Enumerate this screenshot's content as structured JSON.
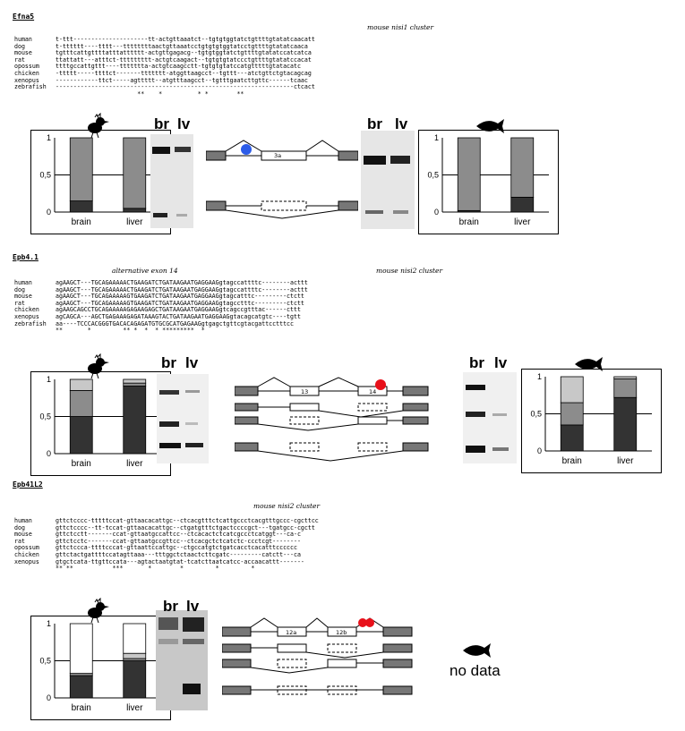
{
  "sections": [
    {
      "id": "efna5",
      "title": "Efna5",
      "captions": [
        "mouse nisi1 cluster"
      ],
      "alignment": [
        {
          "species": "human",
          "seq": "t-ttt---------------------tt-actgttaaatct--tgtgtggtatctgttttgtatatcaacatt"
        },
        {
          "species": "dog",
          "seq": "t-tttttt----tttt---ttttttttaactgttaaatcctgtgtgtggtatcctgttttgtatatcaaca"
        },
        {
          "species": "mouse",
          "seq": "tgtttcattgttttatttatttttt-actgttgagacg--tgtgtggtatctgttttgtatatccatcatca"
        },
        {
          "species": "rat",
          "seq": "ttattatt---atttct-ttttttttt-actgtcaagact--tgtgtgtatccctgttttgtatatccacat"
        },
        {
          "species": "opossum",
          "seq": "ttttgccattgttt----ttttttta-actgtcaagcctt-tgtgtgtatccatgtttttgtatacatc"
        },
        {
          "species": "chicken",
          "seq": "-ttttt-----ttttct-------ttttttt-atggttaagcct--tgttt---atctgttctgtacagcag"
        },
        {
          "species": "xenopus",
          "seq": "------------ttct-----agttttt--atgtttaagcct--tgtttgaatcttgttc------tcaac"
        },
        {
          "species": "zebrafish",
          "seq": "-------------------------------------------------------------------ctcact"
        }
      ],
      "stars": "                       **    *          * *        **",
      "left_chart": {
        "categories": [
          "brain",
          "liver"
        ],
        "series": [
          {
            "values": [
              0.15,
              0.05
            ]
          },
          {
            "values": [
              0.85,
              0.95
            ]
          }
        ],
        "ylim": [
          0,
          1
        ],
        "ticks": [
          "0",
          "0,5",
          "1"
        ]
      },
      "right_chart": {
        "categories": [
          "brain",
          "liver"
        ],
        "series": [
          {
            "values": [
              0.02,
              0.2
            ]
          },
          {
            "values": [
              0.98,
              0.8
            ]
          }
        ],
        "ylim": [
          0,
          1
        ],
        "ticks": [
          "0",
          "0,5",
          "1"
        ]
      },
      "gel_labels": [
        "br",
        "lv"
      ],
      "exons": [
        "3a"
      ]
    },
    {
      "id": "epb41",
      "title": "Epb4.1",
      "captions": [
        "alternative exon 14",
        "mouse nisi2 cluster"
      ],
      "alignment": [
        {
          "species": "human",
          "seq": "agAAGCT---TGCAGAAAAACTGAAGATCTGATAAGAATGAGGAAGgtagccattttc--------acttt"
        },
        {
          "species": "dog",
          "seq": "agAAGCT---TGCAGAAAAACTGAAGATCTGATAAGAATGAGGAAGgtagccattttc--------acttt"
        },
        {
          "species": "mouse",
          "seq": "agAAGCT---TGCAGAAAAAGTGAAGATCTGATAAGAATGAGGAAGgtagcatttc---------ctctt"
        },
        {
          "species": "rat",
          "seq": "agAAGCT---TGCAGAAAAAGTGAAGATCTGATAAGAATGAGGAAGgtagcctttc---------ctctt"
        },
        {
          "species": "chicken",
          "seq": "agAAGCAGCCTGCAGAAAAAGAGAAGAGCTGATAAGAATGAGGAAGgtcagccgtttac------cttt"
        },
        {
          "species": "xenopus",
          "seq": "agCAGCA---AGCTGAGAAAGAGATAAAGTACTGATAAGAATGAGGAAGgtacagcatgtc----tgtt"
        },
        {
          "species": "zebrafish",
          "seq": "aa----TCCCACGGGTGACACAGAGATGTGCGCATGAGAAGgtgagctgttcgtacgattcctttcc"
        }
      ],
      "stars": "**       *         ** *  *  * *********  *",
      "left_chart": {
        "categories": [
          "brain",
          "liver"
        ],
        "series": [
          {
            "values": [
              0.5,
              0.91
            ]
          },
          {
            "values": [
              0.35,
              0.04
            ]
          },
          {
            "values": [
              0.15,
              0.05
            ]
          }
        ],
        "ylim": [
          0,
          1
        ],
        "ticks": [
          "0",
          "0,5",
          "1"
        ]
      },
      "right_chart": {
        "categories": [
          "brain",
          "liver"
        ],
        "series": [
          {
            "values": [
              0.35,
              0.72
            ]
          },
          {
            "values": [
              0.3,
              0.25
            ]
          },
          {
            "values": [
              0.35,
              0.03
            ]
          }
        ],
        "ylim": [
          0,
          1
        ],
        "ticks": [
          "0",
          "0,5",
          "1"
        ]
      },
      "gel_labels": [
        "br",
        "lv"
      ],
      "exons": [
        "13",
        "14"
      ]
    },
    {
      "id": "epb41l2",
      "title": "Epb41L2",
      "captions": [
        "mouse nisi2 cluster"
      ],
      "alignment": [
        {
          "species": "human",
          "seq": "gttctcccc-tttttccat-gttaacacattgc--ctcacgtttctcattgccctcacgtttgccc-cgcttcc"
        },
        {
          "species": "dog",
          "seq": "gttctcccc--tt-tccat-gttaacacattgc--ctgatgtttctgactccccgct---tgatgcc-cgctt"
        },
        {
          "species": "mouse",
          "seq": "gttctcctt-------ccat-gttaatgccattcc--ctcacactctcatcgccctcatggt---ca-c"
        },
        {
          "species": "rat",
          "seq": "gttctcctc-------ccat-gttaatgccgttcc--ctcacgctctcatctc-ccctcgt--------"
        },
        {
          "species": "opossum",
          "seq": "gttctccca-ttttcccat-gttaattccattgc--ctgccatgtctgatcacctcacatttcccccc"
        },
        {
          "species": "chicken",
          "seq": "gttctactgattttccatagttaaa---tttggctctaactcttcgatc---------catctt---ca"
        },
        {
          "species": "xenopus",
          "seq": "gtgctcata-ttgttccata---agtactaatgtat-tcatcttaatcatcc-accaacattt-------"
        }
      ],
      "stars": "** **           ***       *        *         *         *",
      "left_chart": {
        "categories": [
          "brain",
          "liver"
        ],
        "series": [
          {
            "values": [
              0.3,
              0.5
            ]
          },
          {
            "values": [
              0.03,
              0.03
            ]
          },
          {
            "values": [
              0.0,
              0.07
            ]
          },
          {
            "values": [
              0.67,
              0.4
            ]
          }
        ],
        "ylim": [
          0,
          1
        ],
        "ticks": [
          "0",
          "0,5",
          "1"
        ]
      },
      "gel_labels": [
        "br",
        "lv"
      ],
      "exons": [
        "12a",
        "12b"
      ],
      "no_data": "no data"
    }
  ],
  "colors": {
    "dark": "#333333",
    "mid": "#8c8c8c",
    "light": "#c8c8c8",
    "white": "#ffffff",
    "accent_red": "#e8101a",
    "accent_blue": "#2c5ce8",
    "cyan": "#3fd9e0"
  }
}
